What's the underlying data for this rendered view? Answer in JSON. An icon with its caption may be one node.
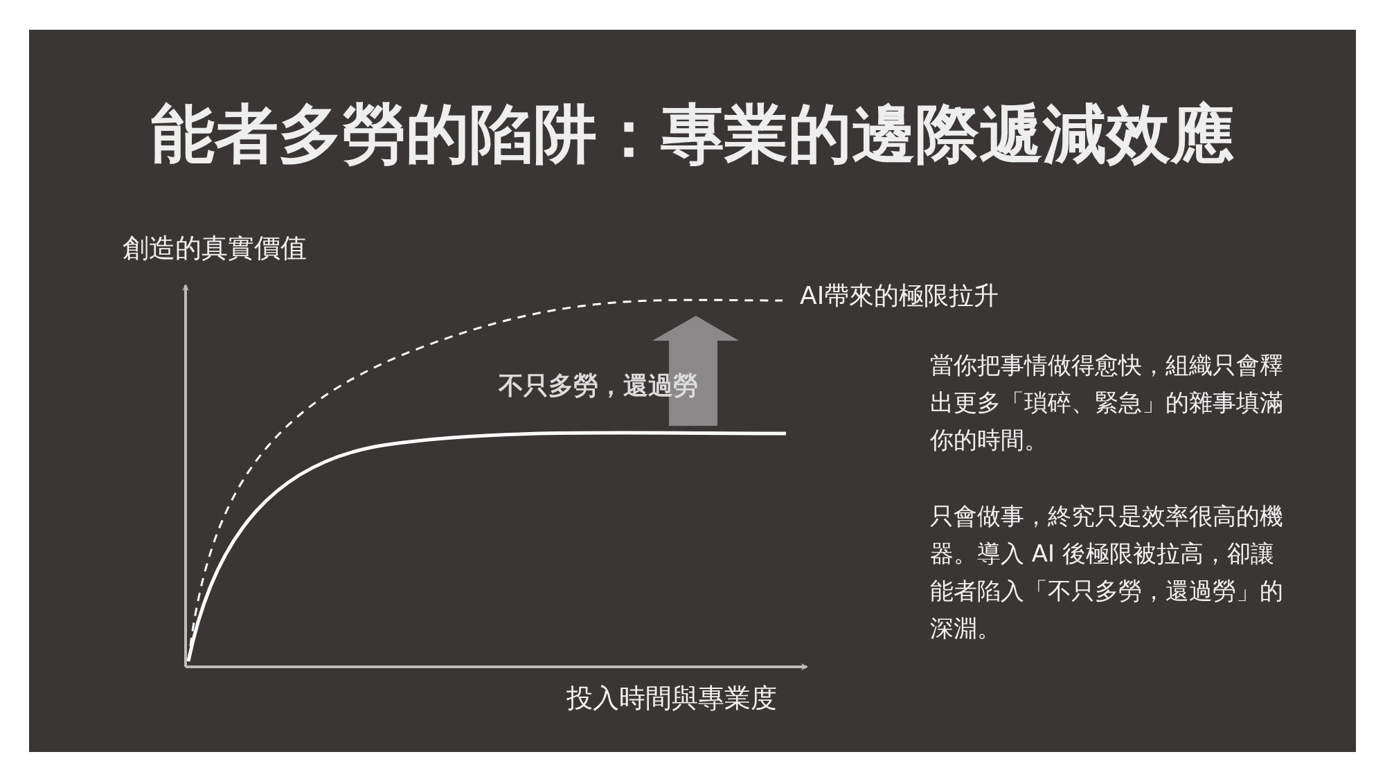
{
  "diagram": {
    "title": "能者多勞的陷阱：專業的邊際遞減效應",
    "labels": [
      "創造的真實價值",
      "AI帶來的極限拉升",
      "不只多勞，還過勞",
      "當你把事情做得愈快，組織只會釋出更多「瑣碎、緊急」的雜事填滿你的時間。",
      "只會做事，終究只是效率很高的機器。導入 AI 後極限被拉高，卻讓能者陷入「不只多勞，還過勞」的深淵。",
      "投入時間與專業度"
    ]
  }
}
